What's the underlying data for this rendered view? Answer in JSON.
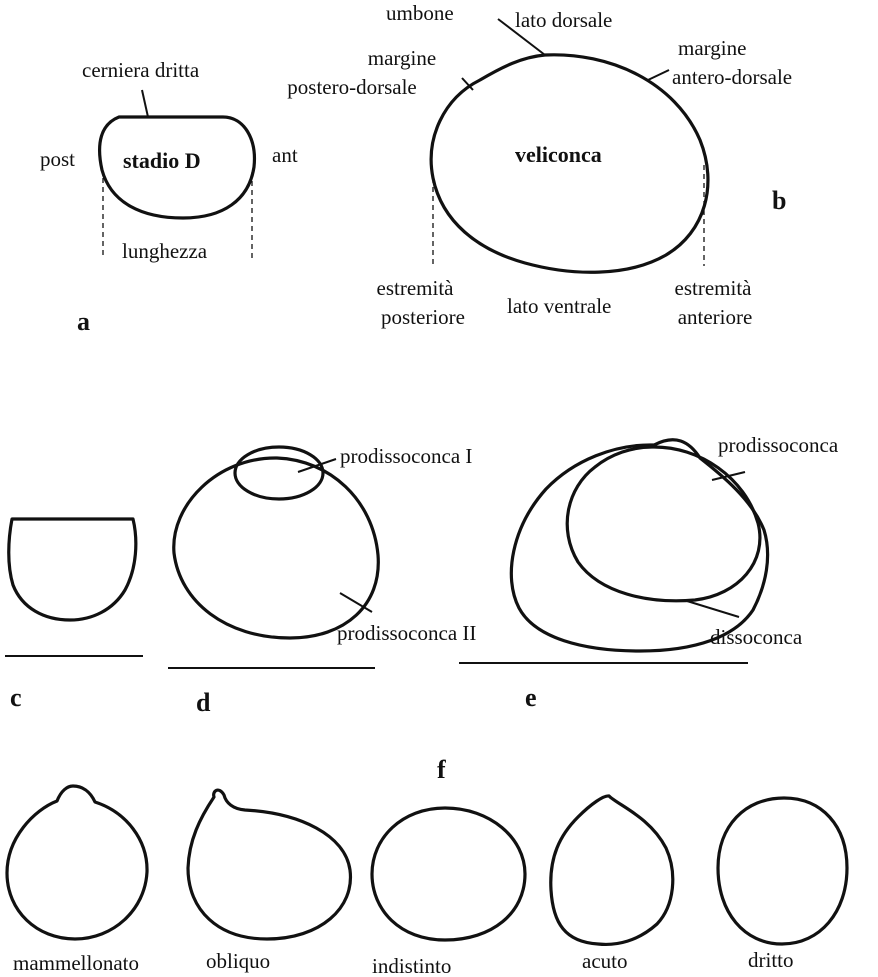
{
  "panel_a": {
    "letter": "a",
    "hinge_label": "cerniera dritta",
    "post_label": "post",
    "ant_label": "ant",
    "stage_label": "stadio D",
    "length_label": "lunghezza"
  },
  "panel_b": {
    "letter": "b",
    "umbo_label": "umbone",
    "dorsal_side_label": "lato dorsale",
    "posterodorsal_label": [
      "margine",
      "postero-dorsale"
    ],
    "anterodorsal_label": [
      "margine",
      "antero-dorsale"
    ],
    "stage_label": "veliconca",
    "posterior_end_label": [
      "estremità",
      "posteriore"
    ],
    "ventral_side_label": "lato ventrale",
    "anterior_end_label": [
      "estremità",
      "anteriore"
    ]
  },
  "panel_c": {
    "letter": "c"
  },
  "panel_d": {
    "letter": "d",
    "prodissoconch1_label": "prodissoconca I",
    "prodissoconch2_label": "prodissoconca II"
  },
  "panel_e": {
    "letter": "e",
    "prodissoconch_label": "prodissoconca",
    "dissoconch_label": "dissoconca"
  },
  "panel_f": {
    "letter": "f",
    "umbo_shapes": [
      "mammellonato",
      "obliquo",
      "indistinto",
      "acuto",
      "dritto"
    ]
  }
}
